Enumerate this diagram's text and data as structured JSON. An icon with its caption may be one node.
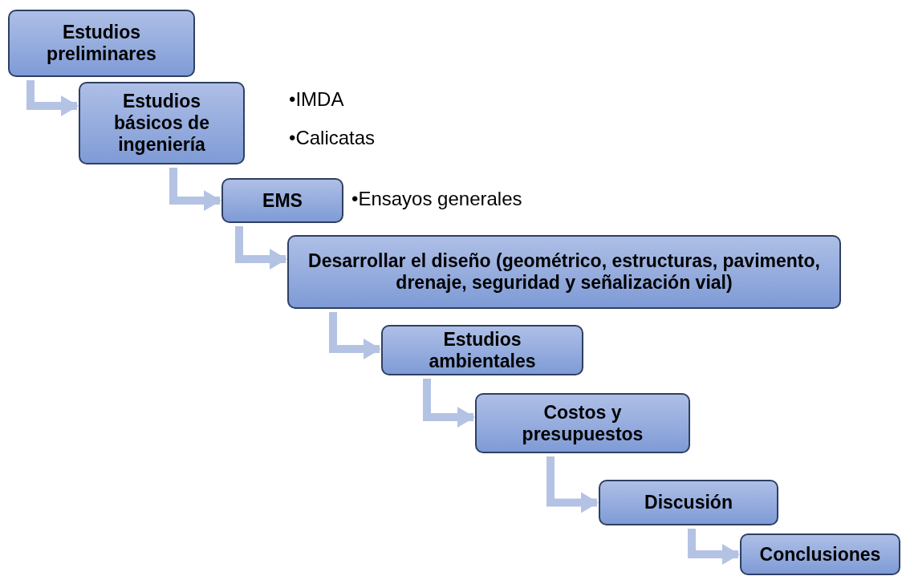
{
  "diagram": {
    "nodes": [
      {
        "text": [
          "Estudios preliminares"
        ]
      },
      {
        "text": [
          "Estudios básicos de ingeniería"
        ],
        "beside": [
          "•IMDA",
          "•Calicatas"
        ]
      },
      {
        "text": [
          "EMS"
        ],
        "beside": [
          "•Ensayos generales"
        ]
      },
      {
        "text": [
          "Desarrollar el diseño (geométrico, estructuras, pavimento, drenaje, seguridad y señalización vial)"
        ]
      },
      {
        "text": [
          "Estudios ambientales"
        ]
      },
      {
        "text": [
          "Costos y presupuestos"
        ]
      },
      {
        "text": [
          "Discusión"
        ]
      },
      {
        "text": [
          "Conclusiones"
        ]
      }
    ],
    "edges": [
      {
        "from": 0,
        "to": 1,
        "arrow": "to"
      },
      {
        "from": 1,
        "to": 2,
        "arrow": "to"
      },
      {
        "from": 2,
        "to": 3,
        "arrow": "to"
      },
      {
        "from": 3,
        "to": 4,
        "arrow": "to"
      },
      {
        "from": 4,
        "to": 5,
        "arrow": "to"
      },
      {
        "from": 5,
        "to": 6,
        "arrow": "to"
      },
      {
        "from": 6,
        "to": 7,
        "arrow": "to"
      }
    ]
  }
}
